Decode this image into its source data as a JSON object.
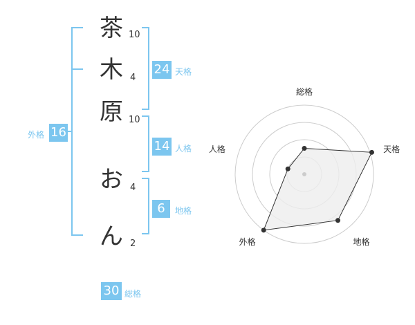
{
  "name_chars": [
    {
      "char": "茶",
      "strokes": "10"
    },
    {
      "char": "木",
      "strokes": "4"
    },
    {
      "char": "原",
      "strokes": "10"
    },
    {
      "char": "お",
      "strokes": "4"
    },
    {
      "char": "ん",
      "strokes": "2"
    }
  ],
  "kaku": {
    "tenkaku": {
      "value": "24",
      "label": "天格"
    },
    "jinkaku": {
      "value": "14",
      "label": "人格"
    },
    "chikaku": {
      "value": "6",
      "label": "地格"
    },
    "gaikaku": {
      "value": "16",
      "label": "外格"
    },
    "soukaku": {
      "value": "30",
      "label": "総格"
    }
  },
  "colors": {
    "accent": "#7cc6ef",
    "text": "#333333",
    "grid": "#cccccc",
    "fill": "#eeeeee"
  },
  "chart_data": {
    "type": "radar",
    "axes": [
      "総格",
      "天格",
      "地格",
      "外格",
      "人格"
    ],
    "rings": 4,
    "max": 4,
    "values": [
      1.5,
      4.1,
      3.3,
      4.0,
      1.0
    ]
  }
}
